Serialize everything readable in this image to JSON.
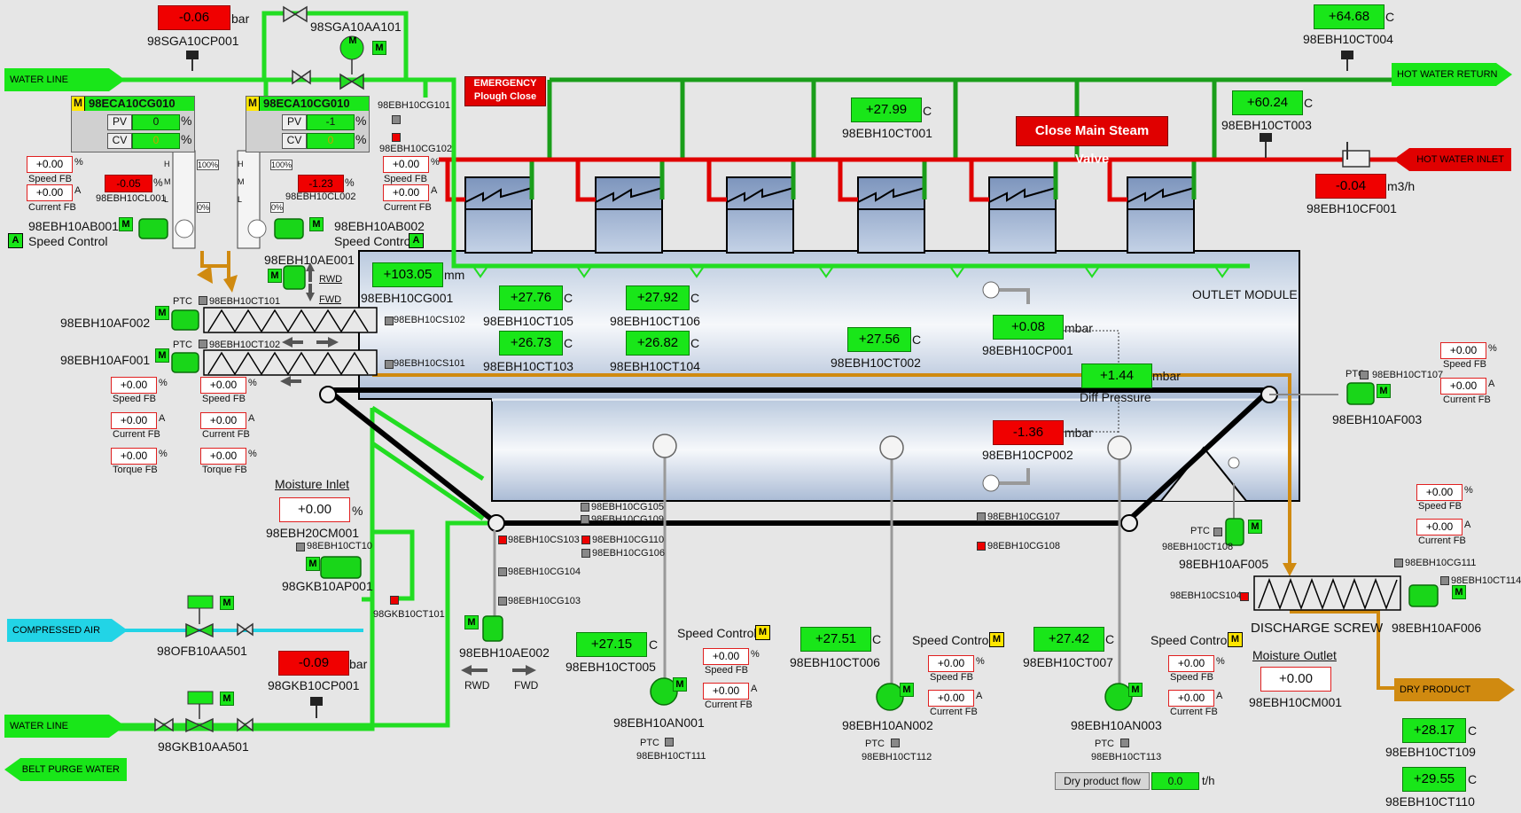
{
  "lines": {
    "water_line_1": "WATER LINE",
    "hot_water_return": "HOT WATER RETURN",
    "hot_water_inlet": "HOT WATER INLET",
    "compressed_air": "COMPRESSED AIR",
    "water_line_2": "WATER LINE",
    "belt_purge_water": "BELT PURGE WATER",
    "dry_product": "DRY PRODUCT"
  },
  "buttons": {
    "emergency_line1": "EMERGENCY",
    "emergency_line2": "Plough Close",
    "close_steam": "Close Main Steam Valve"
  },
  "readings": {
    "sga_cp001": {
      "value": "-0.06",
      "unit": "bar",
      "tag": "98SGA10CP001"
    },
    "sga_aa101": {
      "tag": "98SGA10AA101"
    },
    "ct004": {
      "value": "+64.68",
      "unit": "C",
      "tag": "98EBH10CT004"
    },
    "ct001": {
      "value": "+27.99",
      "unit": "C",
      "tag": "98EBH10CT001"
    },
    "ct003": {
      "value": "+60.24",
      "unit": "C",
      "tag": "98EBH10CT003"
    },
    "cf001": {
      "value": "-0.04",
      "unit": "m3/h",
      "tag": "98EBH10CF001"
    },
    "cg001": {
      "value": "+103.05",
      "unit": "mm",
      "tag": "98EBH10CG001"
    },
    "ct105": {
      "value": "+27.76",
      "unit": "C",
      "tag": "98EBH10CT105"
    },
    "ct106": {
      "value": "+27.92",
      "unit": "C",
      "tag": "98EBH10CT106"
    },
    "ct103": {
      "value": "+26.73",
      "unit": "C",
      "tag": "98EBH10CT103"
    },
    "ct104": {
      "value": "+26.82",
      "unit": "C",
      "tag": "98EBH10CT104"
    },
    "ct002": {
      "value": "+27.56",
      "unit": "C",
      "tag": "98EBH10CT002"
    },
    "cp001": {
      "value": "+0.08",
      "unit": "mbar",
      "tag": "98EBH10CP001"
    },
    "diff": {
      "value": "+1.44",
      "unit": "mbar",
      "tag": "Diff Pressure"
    },
    "cp002": {
      "value": "-1.36",
      "unit": "mbar",
      "tag": "98EBH10CP002"
    },
    "gkb_cp001": {
      "value": "-0.09",
      "unit": "bar",
      "tag": "98GKB10CP001"
    },
    "ct005": {
      "value": "+27.15",
      "unit": "C",
      "tag": "98EBH10CT005"
    },
    "ct006": {
      "value": "+27.51",
      "unit": "C",
      "tag": "98EBH10CT006"
    },
    "ct007": {
      "value": "+27.42",
      "unit": "C",
      "tag": "98EBH10CT007"
    },
    "ct109": {
      "value": "+28.17",
      "unit": "C",
      "tag": "98EBH10CT109"
    },
    "ct110": {
      "value": "+29.55",
      "unit": "C",
      "tag": "98EBH10CT110"
    }
  },
  "controllers": {
    "cg010_left": {
      "badge": "M",
      "tag": "98ECA10CG010",
      "pv_label": "PV",
      "pv": "0",
      "cv_label": "CV",
      "cv": "0",
      "pct": "%",
      "scale": [
        "100%",
        "0%"
      ],
      "marks": [
        "H",
        "M",
        "L"
      ]
    },
    "cg010_right": {
      "badge": "M",
      "tag": "98ECA10CG010",
      "pv_label": "PV",
      "pv": "-1",
      "cv_label": "CV",
      "cv": "0",
      "pct": "%",
      "scale": [
        "100%",
        "0%"
      ],
      "marks": [
        "H",
        "M",
        "L"
      ]
    }
  },
  "small": {
    "cl001": {
      "value": "-0.05",
      "unit": "%",
      "tag": "98EBH10CL001"
    },
    "cl002": {
      "value": "-1.23",
      "unit": "%",
      "tag": "98EBH10CL002"
    },
    "ab001_speed": {
      "value": "+0.00",
      "unit": "%",
      "label": "Speed FB"
    },
    "ab001_current": {
      "value": "+0.00",
      "unit": "A",
      "label": "Current FB"
    },
    "ab002_speed": {
      "value": "+0.00",
      "unit": "%",
      "label": "Speed FB"
    },
    "ab002_current": {
      "value": "+0.00",
      "unit": "A",
      "label": "Current FB"
    },
    "af001_speed": {
      "value": "+0.00",
      "unit": "%",
      "label": "Speed FB"
    },
    "af001_current": {
      "value": "+0.00",
      "unit": "A",
      "label": "Current FB"
    },
    "af001_torque": {
      "value": "+0.00",
      "unit": "%",
      "label": "Torque FB"
    },
    "af002_speed": {
      "value": "+0.00",
      "unit": "%",
      "label": "Speed FB"
    },
    "af002_current": {
      "value": "+0.00",
      "unit": "A",
      "label": "Current FB"
    },
    "af002_torque": {
      "value": "+0.00",
      "unit": "%",
      "label": "Torque FB"
    },
    "af003_speed": {
      "value": "+0.00",
      "unit": "%",
      "label": "Speed FB"
    },
    "af003_current": {
      "value": "+0.00",
      "unit": "A",
      "label": "Current FB"
    },
    "af005_speed": {
      "value": "+0.00",
      "unit": "%",
      "label": "Speed FB"
    },
    "af005_current": {
      "value": "+0.00",
      "unit": "A",
      "label": "Current FB"
    },
    "an001_speed": {
      "value": "+0.00",
      "unit": "%",
      "label": "Speed FB"
    },
    "an001_current": {
      "value": "+0.00",
      "unit": "A",
      "label": "Current FB"
    },
    "an002_speed": {
      "value": "+0.00",
      "unit": "%",
      "label": "Speed FB"
    },
    "an002_current": {
      "value": "+0.00",
      "unit": "A",
      "label": "Current FB"
    },
    "an003_speed": {
      "value": "+0.00",
      "unit": "%",
      "label": "Speed FB"
    },
    "an003_current": {
      "value": "+0.00",
      "unit": "A",
      "label": "Current FB"
    }
  },
  "labels": {
    "cg101": "98EBH10CG101",
    "cg102": "98EBH10CG102",
    "ab001": "98EBH10AB001",
    "ab002": "98EBH10AB002",
    "speed_control": "Speed Control",
    "ae001": "98EBH10AE001",
    "rwd": "RWD",
    "fwd": "FWD",
    "ptc": "PTC",
    "ct101": "98EBH10CT101",
    "ct102": "98EBH10CT102",
    "cs102": "98EBH10CS102",
    "cs101": "98EBH10CS101",
    "af002": "98EBH10AF002",
    "af001": "98EBH10AF001",
    "outlet_module": "OUTLET MODULE",
    "moisture_inlet": "Moisture Inlet",
    "moisture_inlet_value": "+0.00",
    "moisture_inlet_unit": "%",
    "cm001_20": "98EBH20CM001",
    "ct10x": "98EBH10CT10",
    "gkb_ap001": "98GKB10AP001",
    "gkb_ct101": "98GKB10CT101",
    "ofb_aa501": "98OFB10AA501",
    "gkb_aa501": "98GKB10AA501",
    "cg105": "98EBH10CG105",
    "cg109": "98EBH10CG109",
    "cs103": "98EBH10CS103",
    "cg110": "98EBH10CG110",
    "cg106": "98EBH10CG106",
    "cg104": "98EBH10CG104",
    "cg103": "98EBH10CG103",
    "cg107": "98EBH10CG107",
    "cg108": "98EBH10CG108",
    "ae002": "98EBH10AE002",
    "an001": "98EBH10AN001",
    "an002": "98EBH10AN002",
    "an003": "98EBH10AN003",
    "ct111": "98EBH10CT111",
    "ct112": "98EBH10CT112",
    "ct113": "98EBH10CT113",
    "af003": "98EBH10AF003",
    "ct107": "98EBH10CT107",
    "af005": "98EBH10AF005",
    "ct108": "98EBH10CT108",
    "cg111": "98EBH10CG111",
    "ct114": "98EBH10CT114",
    "cs104": "98EBH10CS104",
    "af006": "98EBH10AF006",
    "discharge_screw": "DISCHARGE SCREW",
    "moisture_outlet": "Moisture Outlet",
    "moisture_outlet_value": "+0.00",
    "cm001_10": "98EBH10CM001",
    "dry_flow_label": "Dry product flow",
    "dry_flow_value": "0.0",
    "dry_flow_unit": "t/h",
    "m": "M",
    "a": "A"
  },
  "colors": {
    "green": "#19e619",
    "red": "#e00000",
    "orange": "#d08a10",
    "cyan": "#22d4e6",
    "black": "#000000"
  }
}
